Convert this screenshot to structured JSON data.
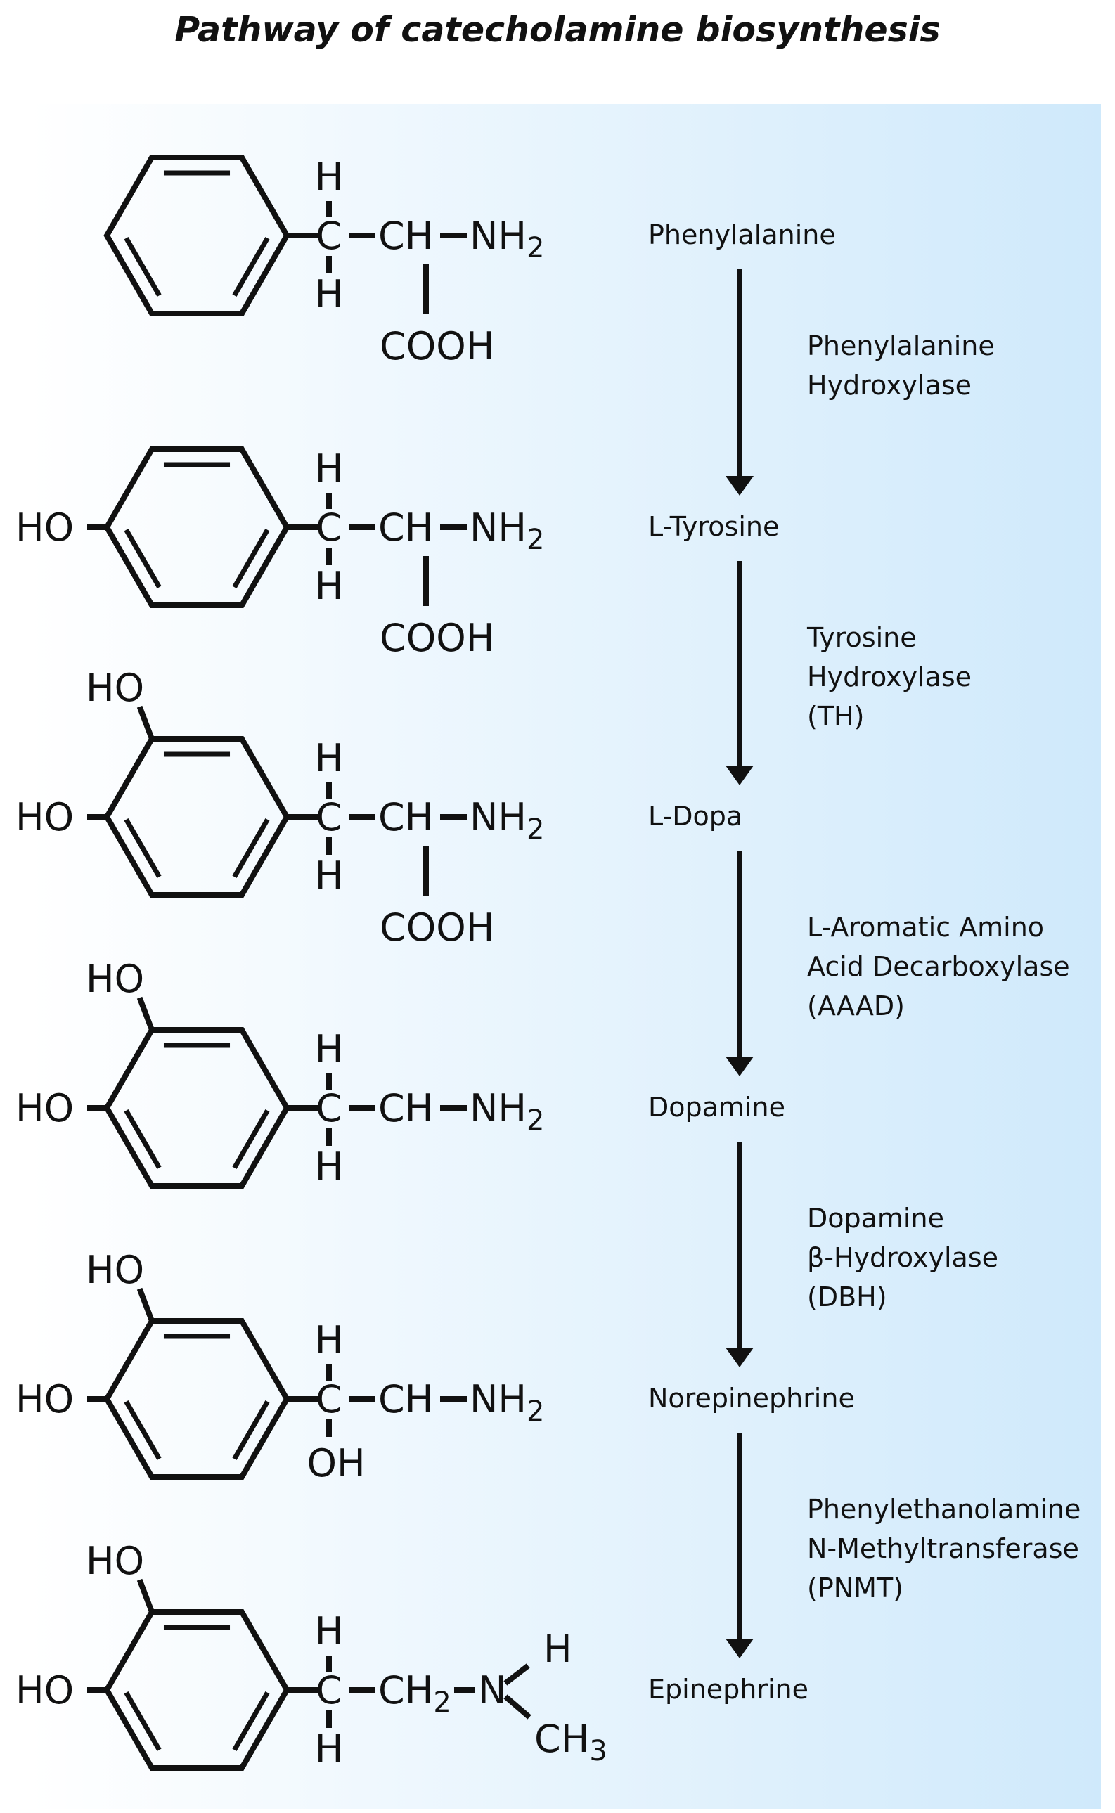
{
  "title": "Pathway of catecholamine biosynthesis",
  "colors": {
    "background_left": "#ffffff",
    "background_right": "#cfe9fb",
    "ink": "#111111"
  },
  "atoms": {
    "H": "H",
    "C": "C",
    "CH": "CH",
    "NH": "NH",
    "sub2": "2",
    "sub3": "3",
    "COOH": "COOH",
    "HO": "HO",
    "OH": "OH",
    "CH2": "CH",
    "N": "N",
    "CH3": "CH"
  },
  "compounds": [
    {
      "name": "Phenylalanine"
    },
    {
      "name": "L-Tyrosine"
    },
    {
      "name": "L-Dopa"
    },
    {
      "name": "Dopamine"
    },
    {
      "name": "Norepinephrine"
    },
    {
      "name": "Epinephrine"
    }
  ],
  "enzymes": [
    {
      "lines": [
        "Phenylalanine",
        "Hydroxylase"
      ]
    },
    {
      "lines": [
        "Tyrosine",
        "Hydroxylase",
        "(TH)"
      ]
    },
    {
      "lines": [
        "L-Aromatic Amino",
        "Acid Decarboxylase",
        "(AAAD)"
      ]
    },
    {
      "lines": [
        "Dopamine",
        "β-Hydroxylase",
        "(DBH)"
      ]
    },
    {
      "lines": [
        "Phenylethanolamine",
        "N-Methyltransferase",
        "(PNMT)"
      ]
    }
  ]
}
